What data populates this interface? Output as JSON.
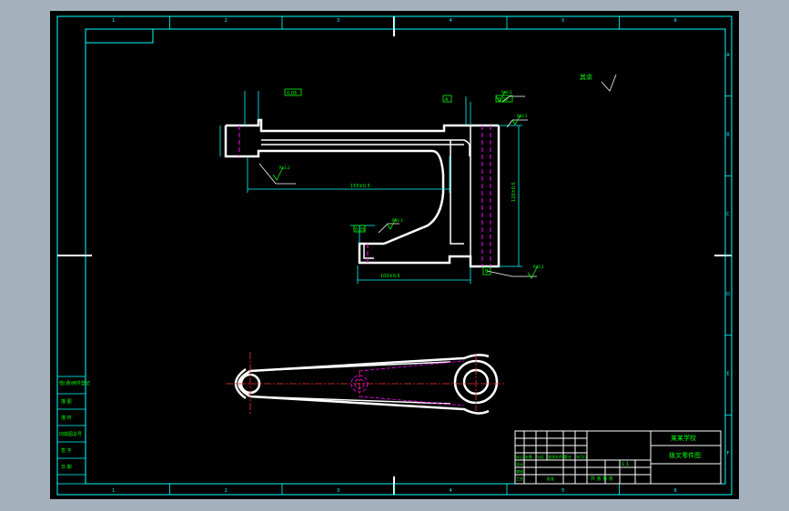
{
  "frame": {
    "column_marks": [
      "1",
      "2",
      "3",
      "4",
      "5",
      "6"
    ],
    "row_marks": [
      "A",
      "B",
      "C",
      "D",
      "E",
      "F"
    ]
  },
  "annotations": {
    "other_finish": "其余",
    "dim_length_main": "155±0.5",
    "dim_length_bottom": "100±0.5",
    "dim_height": "120±0.5",
    "tol_top_left": "0.05",
    "tol_top_right": "0.05",
    "tol_mid": "0.05",
    "datum_a": "A",
    "datum_b": "B",
    "roughness_1": "Ra3.2",
    "roughness_2": "Ra6.3",
    "roughness_3": "Ra3.2",
    "roughness_4": "Ra6.3",
    "roughness_5": "Ra3.2"
  },
  "left_column": {
    "items": [
      "借(通)用件登记",
      "描 图",
      "描 校",
      "旧底图总号",
      "签 字",
      "日 期"
    ]
  },
  "title_block": {
    "school": "某某学校",
    "drawing_name": "拨叉零件图",
    "scale": "1:1",
    "sheet_text": "共 张 第 张",
    "rows": [
      "标记",
      "处数",
      "分区",
      "更改文件号",
      "签名",
      "年月日",
      "设计",
      "审核",
      "工艺",
      "批准"
    ]
  },
  "colors": {
    "background": "#000000",
    "frame": "#00ffff",
    "part": "#ffffff",
    "centerline": "#ff3030",
    "hidden": "#ff00ff",
    "text": "#00ff00",
    "window": "#a5b0bd"
  }
}
